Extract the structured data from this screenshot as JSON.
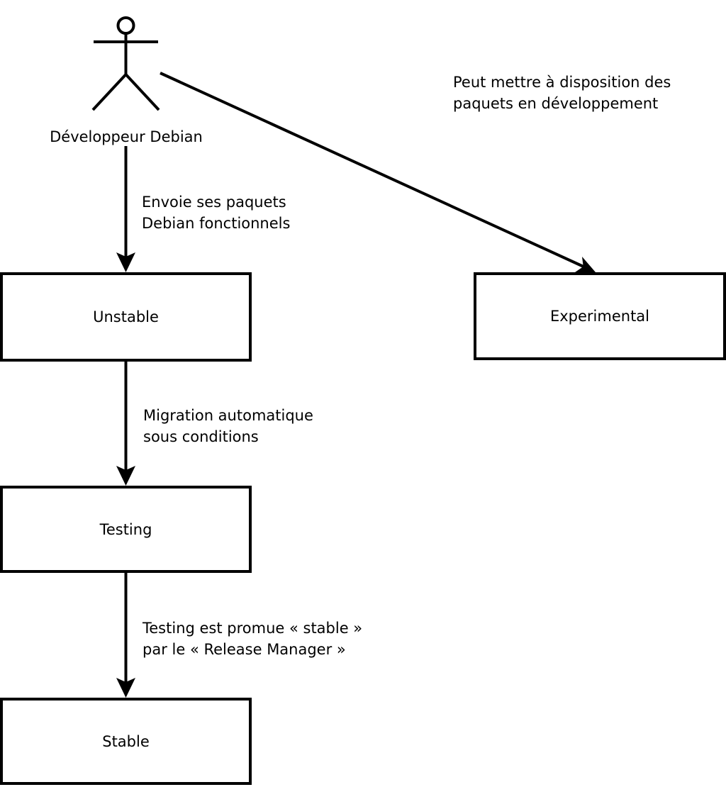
{
  "diagram": {
    "actor": {
      "label": "Développeur Debian"
    },
    "nodes": {
      "unstable": {
        "label": "Unstable"
      },
      "experimental": {
        "label": "Experimental"
      },
      "testing": {
        "label": "Testing"
      },
      "stable": {
        "label": "Stable"
      }
    },
    "edges": {
      "developer_to_unstable": {
        "lines": [
          "Envoie ses paquets",
          "Debian fonctionnels"
        ]
      },
      "developer_to_experimental": {
        "lines": [
          "Peut mettre à disposition des",
          "paquets en développement"
        ]
      },
      "unstable_to_testing": {
        "lines": [
          "Migration automatique",
          "sous conditions"
        ]
      },
      "testing_to_stable": {
        "lines": [
          "Testing est promue « stable »",
          "par le « Release Manager »"
        ]
      }
    },
    "colors": {
      "line": "#000000",
      "background": "#ffffff",
      "node_fill": "#ffffff",
      "text": "#000000"
    }
  }
}
